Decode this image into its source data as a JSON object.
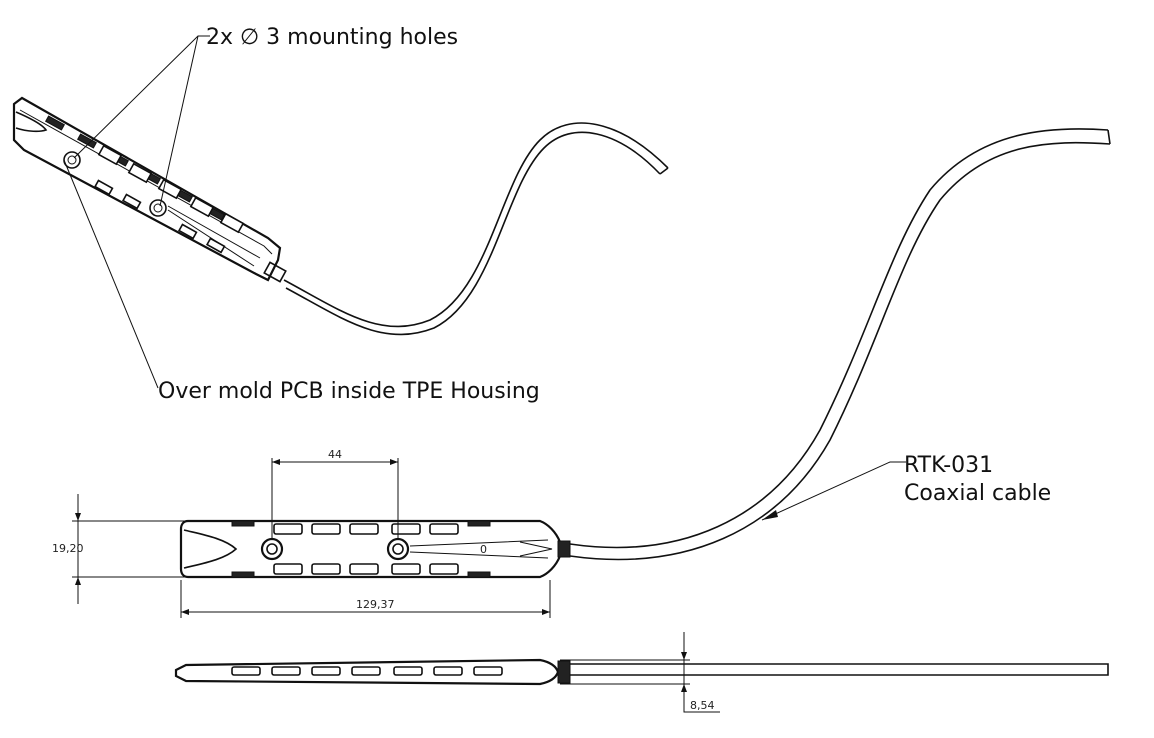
{
  "callouts": {
    "holes": "2x  ∅ 3 mounting holes",
    "overmold": "Over mold PCB inside TPE Housing",
    "cable_line1": "RTK-031",
    "cable_line2": "Coaxial cable"
  },
  "dimensions": {
    "hole_spacing": "44",
    "height": "19,20",
    "length": "129,37",
    "thickness": "8,54",
    "center_mark": "0"
  }
}
